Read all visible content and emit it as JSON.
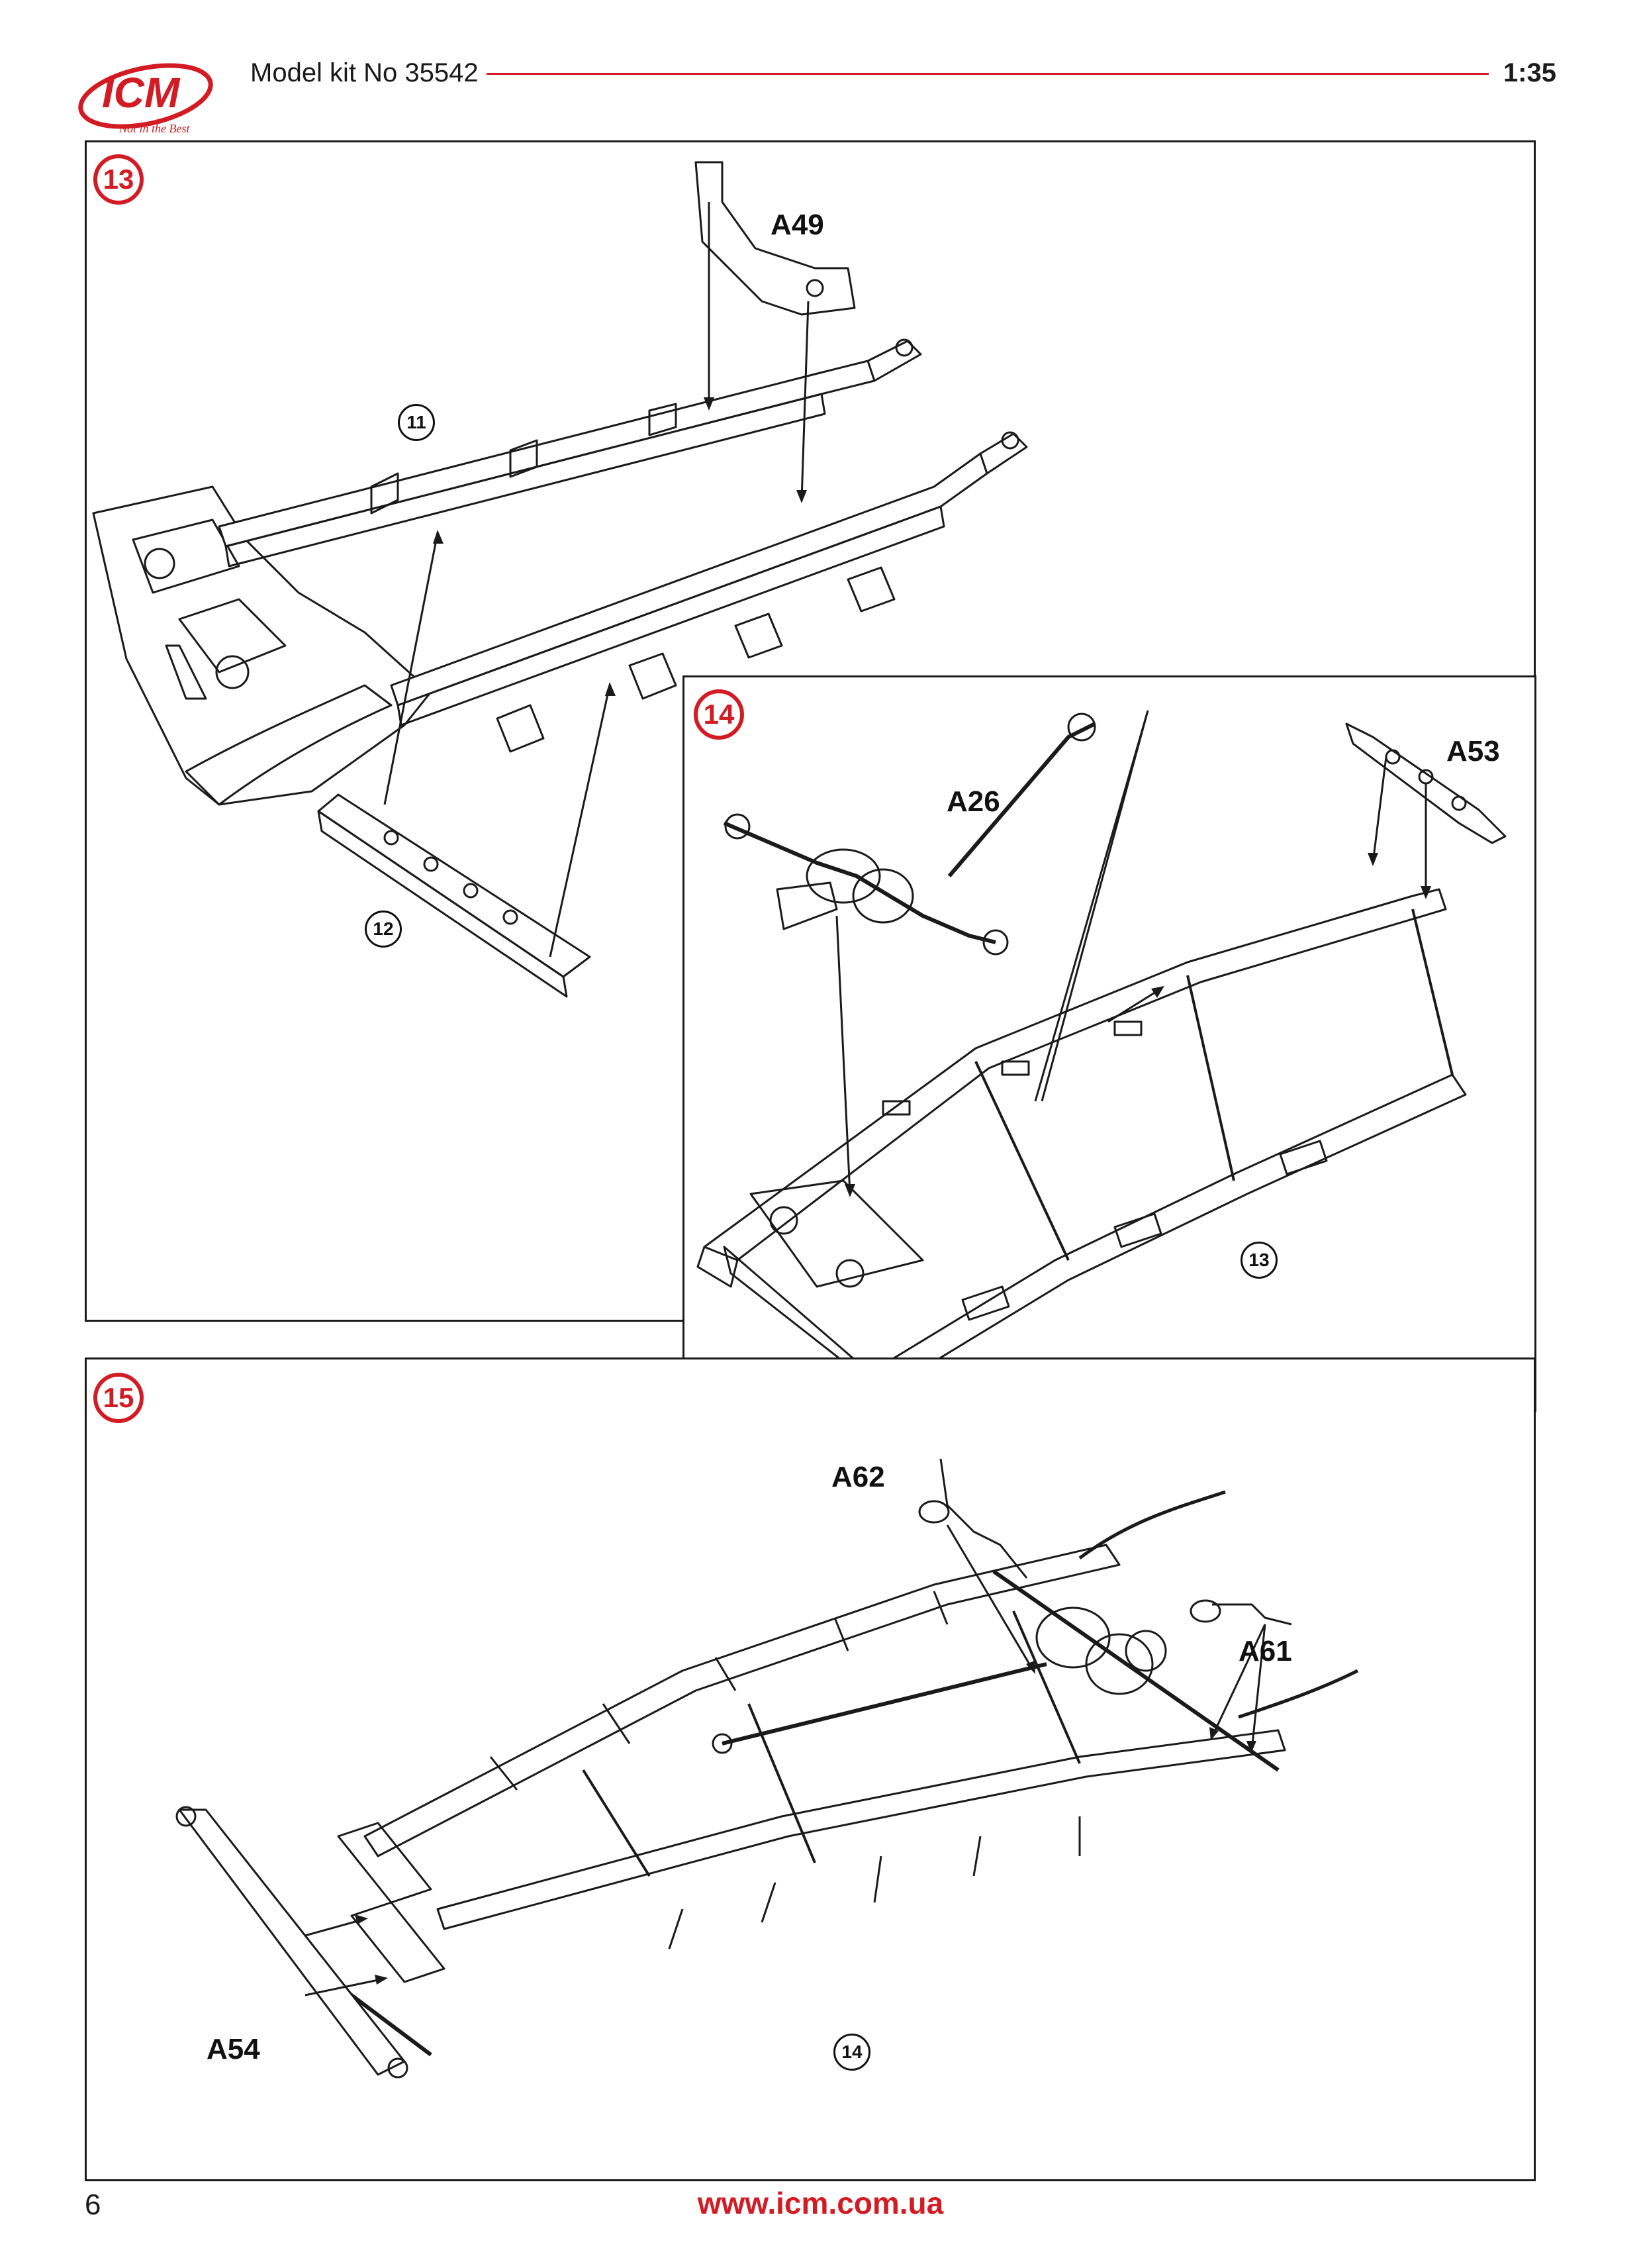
{
  "header": {
    "brand": "ICM",
    "slogan": "Not in the Best",
    "kit_title": "Model kit No 35542",
    "scale": "1:35"
  },
  "colors": {
    "accent": "#d31b24",
    "line": "#1a1a1a"
  },
  "steps": [
    {
      "number": "13",
      "parts": [
        "A49"
      ],
      "references": [
        "11",
        "12"
      ]
    },
    {
      "number": "14",
      "parts": [
        "A26",
        "A53"
      ],
      "references": [
        "13"
      ]
    },
    {
      "number": "15",
      "parts": [
        "A62",
        "A61",
        "A54"
      ],
      "references": [
        "14"
      ]
    }
  ],
  "footer": {
    "page_number": "6",
    "website": "www.icm.com.ua"
  }
}
